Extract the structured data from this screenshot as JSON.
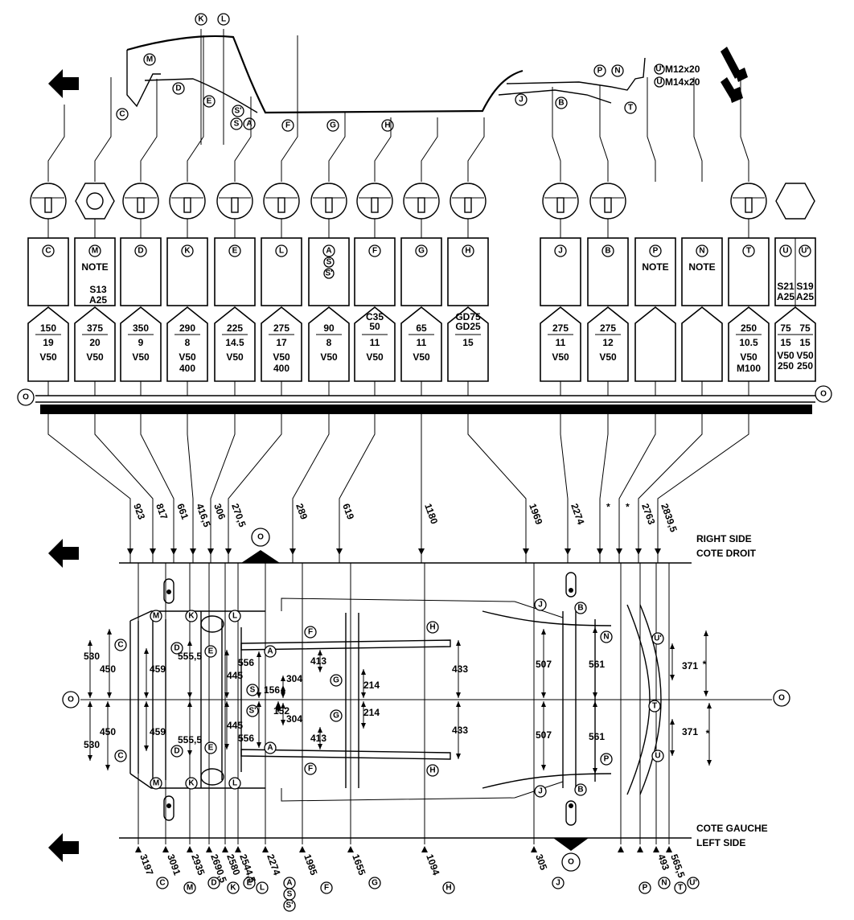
{
  "top_labels": [
    "K",
    "L",
    "M",
    "D",
    "C",
    "E",
    "S'",
    "S",
    "A",
    "F",
    "G",
    "H",
    "J",
    "B",
    "P",
    "N",
    "T",
    "U'",
    "U"
  ],
  "bolts": {
    "u_prime": "M12x20",
    "u": "M14x20"
  },
  "columns": [
    {
      "id": "C",
      "note": "",
      "sub": "",
      "top": "150",
      "mid": "19",
      "v": "V50",
      "extra": "",
      "pos": 60,
      "type": "round"
    },
    {
      "id": "M",
      "note": "NOTE",
      "sub": "S13\nA25",
      "top": "375",
      "mid": "20",
      "v": "V50",
      "extra": "",
      "pos": 118,
      "type": "hex"
    },
    {
      "id": "D",
      "note": "",
      "sub": "",
      "top": "350",
      "mid": "9",
      "v": "V50",
      "extra": "",
      "pos": 175,
      "type": "round"
    },
    {
      "id": "K",
      "note": "",
      "sub": "",
      "top": "290",
      "mid": "8",
      "v": "V50",
      "extra": "400",
      "pos": 233,
      "type": "round"
    },
    {
      "id": "E",
      "note": "",
      "sub": "",
      "top": "225",
      "mid": "14.5",
      "v": "V50",
      "extra": "",
      "pos": 292,
      "type": "round"
    },
    {
      "id": "L",
      "note": "",
      "sub": "",
      "top": "275",
      "mid": "17",
      "v": "V50",
      "extra": "400",
      "pos": 350,
      "type": "round"
    },
    {
      "id": "A",
      "note": "",
      "sub": "",
      "top": "90",
      "mid": "8",
      "v": "V50",
      "extra": "",
      "pos": 409,
      "type": "round",
      "stack": [
        "A",
        "S",
        "S'"
      ]
    },
    {
      "id": "F",
      "note": "",
      "sub": "",
      "top": "C35\n50",
      "mid": "11",
      "v": "V50",
      "extra": "",
      "pos": 466,
      "type": "round"
    },
    {
      "id": "G",
      "note": "",
      "sub": "",
      "top": "65",
      "mid": "11",
      "v": "V50",
      "extra": "",
      "pos": 524,
      "type": "round"
    },
    {
      "id": "H",
      "note": "",
      "sub": "",
      "top": "GD75\nGD25",
      "mid": "15",
      "v": "",
      "extra": "",
      "pos": 582,
      "type": "round"
    },
    {
      "id": "J",
      "note": "",
      "sub": "",
      "top": "275",
      "mid": "11",
      "v": "V50",
      "extra": "",
      "pos": 697,
      "type": "round"
    },
    {
      "id": "B",
      "note": "",
      "sub": "",
      "top": "275",
      "mid": "12",
      "v": "V50",
      "extra": "",
      "pos": 756,
      "type": "round"
    },
    {
      "id": "P",
      "note": "NOTE",
      "sub": "",
      "top": "",
      "mid": "",
      "v": "",
      "extra": "",
      "pos": 815,
      "type": "none"
    },
    {
      "id": "N",
      "note": "NOTE",
      "sub": "",
      "top": "",
      "mid": "",
      "v": "",
      "extra": "",
      "pos": 873,
      "type": "none"
    },
    {
      "id": "T",
      "note": "",
      "sub": "",
      "top": "250",
      "mid": "10.5",
      "v": "V50",
      "extra": "M100",
      "pos": 931,
      "type": "round"
    }
  ],
  "last_column": {
    "ids": [
      "U",
      "U'"
    ],
    "subs": [
      "S21\nA25",
      "S19\nA25"
    ],
    "tops": [
      "75",
      "75"
    ],
    "mids": [
      "15",
      "15"
    ],
    "vs": [
      "V50\n250",
      "V50\n250"
    ]
  },
  "datum": "O",
  "right_side": {
    "line1": "RIGHT SIDE",
    "line2": "COTE DROIT"
  },
  "left_side": {
    "line1": "COTE GAUCHE",
    "line2": "LEFT SIDE"
  },
  "right_dims": [
    "923",
    "817",
    "661",
    "416,5",
    "306",
    "270,5",
    "289",
    "619",
    "1180",
    "1969",
    "2274",
    "*",
    "*",
    "2763",
    "2839,5"
  ],
  "left_dims": [
    "3197",
    "3091",
    "2935",
    "2690,5",
    "2580",
    "2544,5",
    "2274",
    "1985",
    "1655",
    "1094",
    "305",
    "",
    "",
    "493",
    "565,5"
  ],
  "left_letters": [
    "C",
    "M",
    "D",
    "K",
    "E",
    "L",
    "A",
    "F",
    "G",
    "H",
    "J",
    "P",
    "N",
    "T",
    "U'"
  ],
  "plan_dims": {
    "front_530_top": "530",
    "front_450_top": "450",
    "front_530_bot": "530",
    "front_450_bot": "450",
    "m459_top": "459",
    "m459_bot": "459",
    "k555_top": "555,5",
    "k555_bot": "555,5",
    "e445_top": "445",
    "e445_bot": "445",
    "a556_top": "556",
    "a556_bot": "556",
    "s156": "156",
    "s152": "152",
    "f304_top": "304",
    "f304_bot": "304",
    "g413_top": "413",
    "g413_bot": "413",
    "g214_top": "214",
    "g214_bot": "214",
    "h433_top": "433",
    "h433_bot": "433",
    "j507_top": "507",
    "j507_bot": "507",
    "b561_top": "561",
    "b561_bot": "561",
    "u371_top": "371",
    "u371_bot": "371",
    "star": "*"
  }
}
